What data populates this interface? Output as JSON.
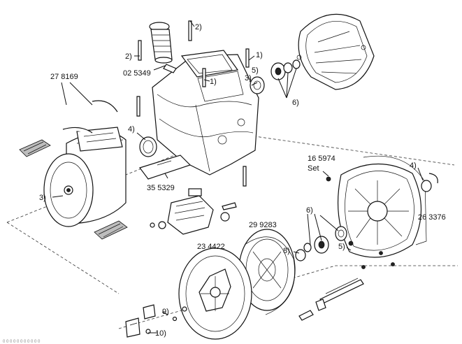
{
  "labels": {
    "n2_top": "2)",
    "n2_left": "2)",
    "n025349": "02 5349",
    "n278169": "27 8169",
    "n1_hopper": "1)",
    "n1_right": "1)",
    "n3_top": "3)",
    "n5_top": "5)",
    "n6_top": "6)",
    "n4_mid": "4)",
    "n3_drum": "3)",
    "n355329": "35 5329",
    "n165974": "16 5974",
    "set": "Set",
    "n4_right": "4)",
    "n263376": "26 3376",
    "n6_mid": "6)",
    "n299283": "29 9283",
    "n234422": "23 4422",
    "n8": "8)",
    "n5_mid": "5)",
    "n9": "9)",
    "n10": "10)"
  },
  "footer": "0 0 0 0 0 0 0 0 0 0 0"
}
